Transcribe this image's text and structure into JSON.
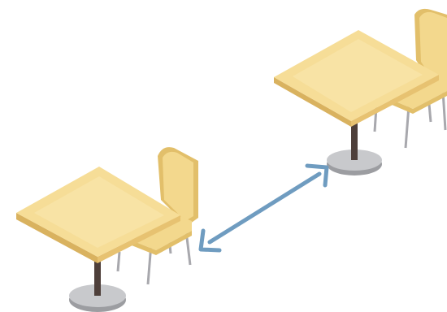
{
  "illustration": {
    "subject": "table-set-spacing",
    "objects": [
      "table-set-left",
      "table-set-right",
      "distance-arrow"
    ]
  },
  "colors": {
    "background": "#ffffff",
    "tabletop_face": "#f6dd97",
    "tabletop_light": "#fae8b0",
    "tabletop_edge": "#e7c271",
    "tabletop_edge_dark": "#d9b25f",
    "chair_face": "#f3d88d",
    "chair_dark": "#e2bf6a",
    "leg": "#a8a8ad",
    "pedestal": "#4e3f3a",
    "base_top": "#c8c9cc",
    "base_side": "#9c9da1",
    "arrow": "#6f9cc0"
  }
}
